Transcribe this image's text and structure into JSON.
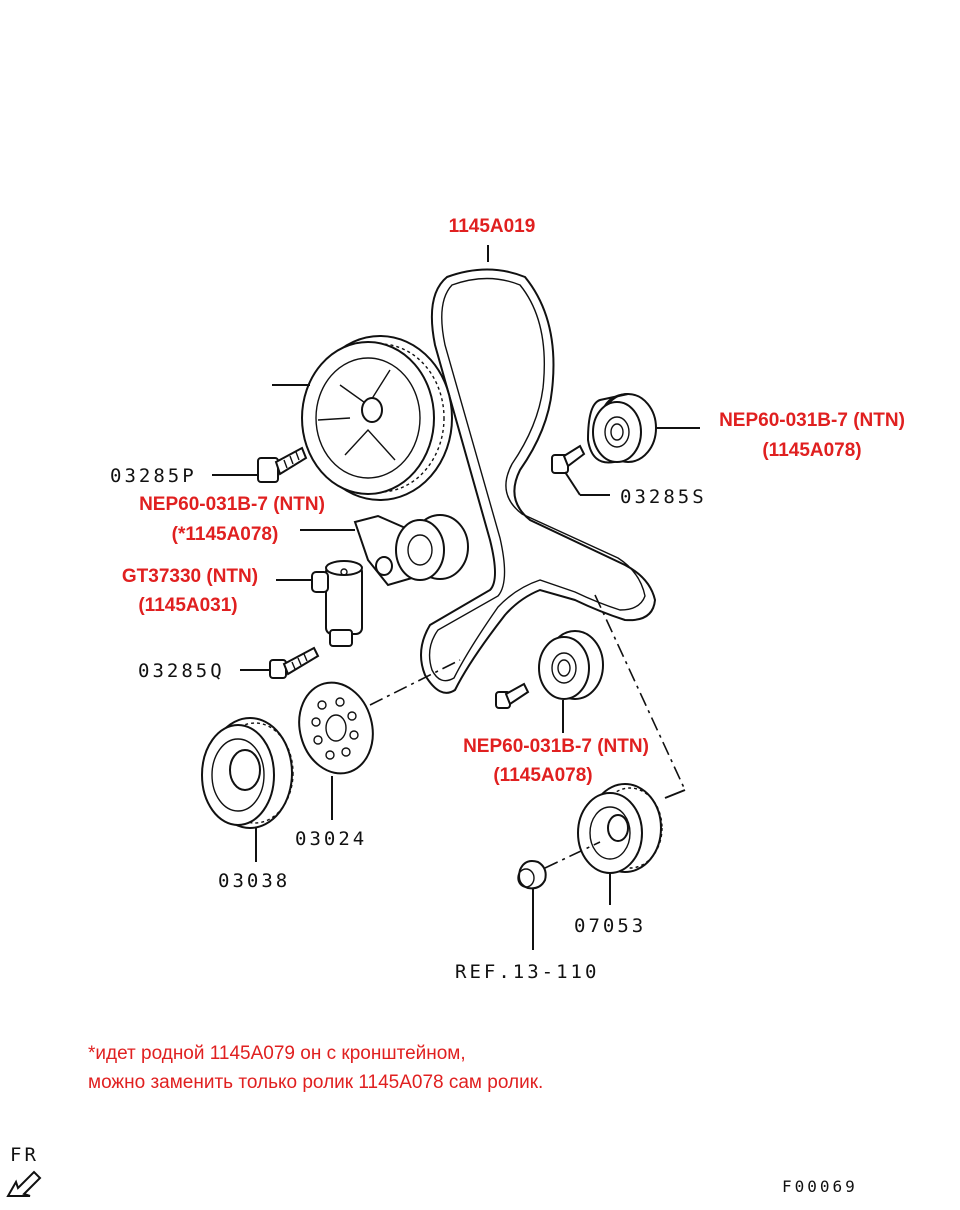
{
  "labels": {
    "belt": "1145A019",
    "idler_top_name": "NEP60-031B-7 (NTN)",
    "idler_top_code": "(1145A078)",
    "bolt_s": "03285S",
    "bolt_p": "03285P",
    "tensioner_name": "NEP60-031B-7 (NTN)",
    "tensioner_code": "(*1145A078)",
    "actuator_name": "GT37330 (NTN)",
    "actuator_code": "(1145A031)",
    "bolt_q": "03285Q",
    "idler_bottom_name": "NEP60-031B-7 (NTN)",
    "idler_bottom_code": "(1145A078)",
    "plate": "03024",
    "crank_sprocket": "03038",
    "pump_sprocket": "07053",
    "reference": "REF.13-110"
  },
  "note": {
    "line1": "*идет родной  1145A079 он с кронштейном,",
    "line2": "можно заменить только ролик 1145A078 сам ролик."
  },
  "footer": {
    "fr": "FR",
    "figure_code": "F00069"
  },
  "colors": {
    "annotation": "#e02020",
    "linework": "#111111"
  }
}
